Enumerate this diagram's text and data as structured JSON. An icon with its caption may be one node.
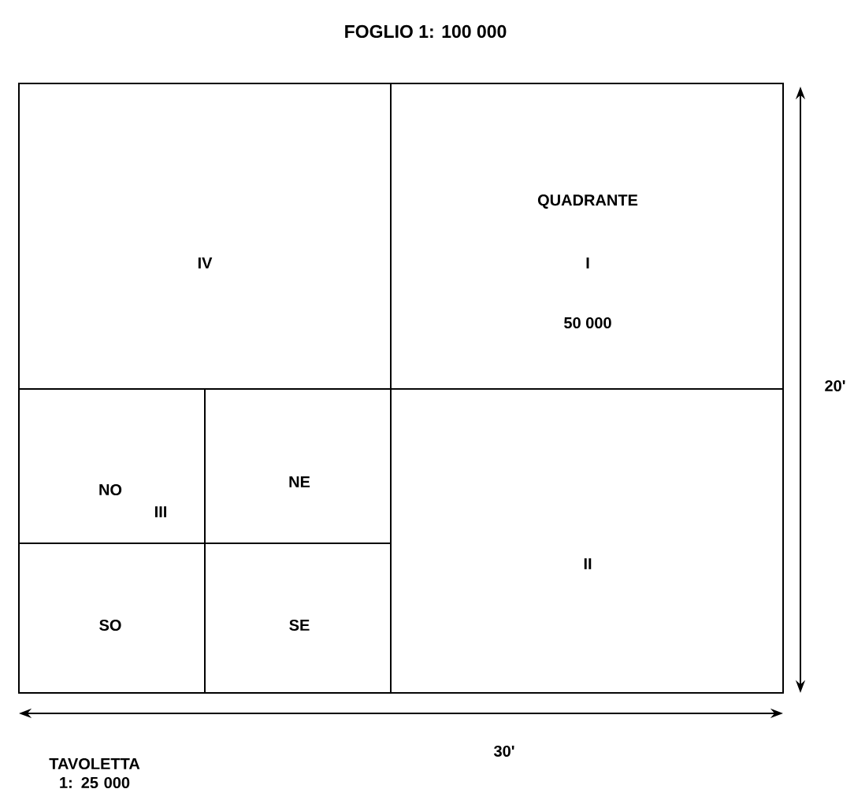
{
  "diagram": {
    "nodes": [
      {
        "text": [
          "FOGLIO 1: 100 000"
        ]
      },
      {
        "text": [
          "IV"
        ],
        "in": 0
      },
      {
        "text": [
          "QUADRANTE",
          "I",
          "50 000"
        ],
        "in": 0
      },
      {
        "text": [],
        "shape": "box",
        "in": 0
      },
      {
        "text": [
          "NO"
        ],
        "in": 3
      },
      {
        "text": [
          "NE"
        ],
        "in": 3
      },
      {
        "text": [
          "SO"
        ],
        "in": 3
      },
      {
        "text": [
          "SE"
        ],
        "in": 3
      },
      {
        "text": [
          "II"
        ],
        "in": 0
      }
    ],
    "labels": [
      "III",
      "20'",
      "TAVOLETTA 1: 25 000",
      "30'"
    ]
  }
}
